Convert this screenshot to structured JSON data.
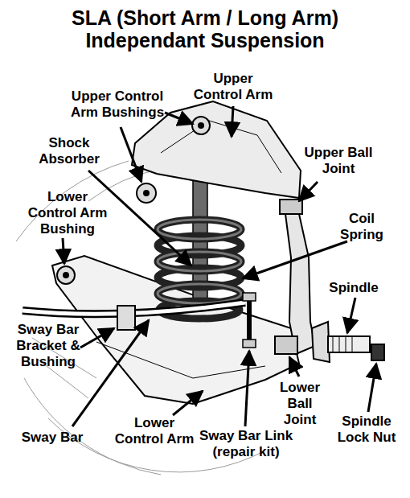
{
  "diagram": {
    "title": "SLA (Short Arm / Long Arm) Independant Suspension",
    "labels": [
      "Upper Control Arm",
      "Upper Control Arm Bushings",
      "Shock Absorber",
      "Upper Ball Joint",
      "Lower Control Arm Bushing",
      "Coil Spring",
      "Spindle",
      "Sway Bar Bracket & Bushing",
      "Sway Bar",
      "Lower Control Arm",
      "Sway Bar Link (repair kit)",
      "Lower Ball Joint",
      "Spindle Lock Nut"
    ]
  }
}
